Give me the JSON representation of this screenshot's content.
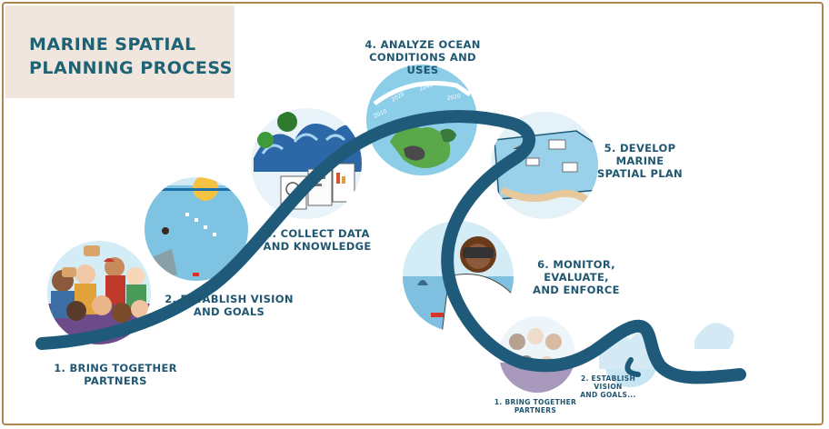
{
  "title": "MARINE SPATIAL\nPLANNING PROCESS",
  "steps": [
    {
      "label": "1. BRING TOGETHER\nPARTNERS"
    },
    {
      "label": "2. ESTABLISH VISION\nAND GOALS"
    },
    {
      "label": "3. COLLECT DATA\nAND KNOWLEDGE"
    },
    {
      "label": "4. ANALYZE OCEAN\nCONDITIONS AND USES"
    },
    {
      "label": "5. DEVELOP MARINE\nSPATIAL PLAN"
    },
    {
      "label": "6. MONITOR, EVALUATE,\nAND ENFORCE"
    }
  ],
  "repeat": [
    {
      "label": "1. BRING TOGETHER\nPARTNERS"
    },
    {
      "label": "2. ESTABLISH VISION\nAND GOALS..."
    }
  ],
  "years": [
    "2010",
    "2020",
    "2040",
    "2020"
  ],
  "colors": {
    "path": "#1f5a7a",
    "title_bg": "#f0e6de",
    "border": "#b08550",
    "label": "#1f5670",
    "sea": "#8ccde8",
    "sky": "#d4ecf6"
  }
}
